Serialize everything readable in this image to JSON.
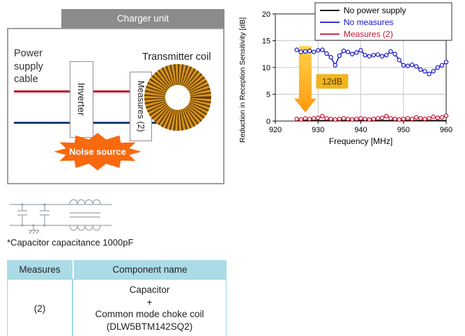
{
  "diagram": {
    "title": "Charger unit",
    "power_supply_cable_label": "Power supply cable",
    "inverter_label": "Inverter",
    "measures_label": "Measures (2)",
    "transmitter_coil_label": "Transmitter coil",
    "noise_source_label": "Noise source"
  },
  "schematic_note": "*Capacitor capacitance 1000pF",
  "table": {
    "headers": [
      "Measures",
      "Component name"
    ],
    "rows": [
      {
        "measures": "(2)",
        "component_lines": [
          "Capacitor",
          "+",
          "Common mode choke coil",
          "(DLW5BTM142SQ2)"
        ]
      }
    ]
  },
  "colors": {
    "title_bar_gray": "#8b8b8b",
    "table_header_teal": "#aadbe6",
    "noise_burst": "#f9690e",
    "wire_top_red": "#c00822",
    "wire_bottom_blue": "#16407c",
    "coil_gold": "#d8921c"
  },
  "chart_data": {
    "type": "line",
    "title": "",
    "xlabel": "Frequency [MHz]",
    "ylabel": "Reduction in Reception Sensitivity [dB]",
    "xlim": [
      920,
      960
    ],
    "ylim": [
      0,
      20
    ],
    "xticks": [
      920,
      930,
      940,
      950,
      960
    ],
    "yticks": [
      0,
      5,
      10,
      15,
      20
    ],
    "grid": true,
    "legend_position": "top-right",
    "series": [
      {
        "name": "No power supply",
        "color": "#000000",
        "markers": false,
        "x": [
          925,
          960
        ],
        "y": [
          0.1,
          0.1
        ]
      },
      {
        "name": "No measures",
        "color": "#1414c8",
        "markers": true,
        "x": [
          925,
          926,
          927,
          928,
          929,
          930,
          931,
          932,
          933,
          934,
          935,
          936,
          937,
          938,
          939,
          940,
          941,
          942,
          943,
          944,
          945,
          946,
          947,
          948,
          949,
          950,
          951,
          952,
          953,
          954,
          955,
          956,
          957,
          958,
          959,
          960
        ],
        "y": [
          13.3,
          12.9,
          13.0,
          13.1,
          12.9,
          13.2,
          13.3,
          12.6,
          11.9,
          10.4,
          12.2,
          13.1,
          12.9,
          12.5,
          12.8,
          13.2,
          12.3,
          12.1,
          12.3,
          12.4,
          12.1,
          12.3,
          13.0,
          12.5,
          11.4,
          10.4,
          10.3,
          10.5,
          10.2,
          9.6,
          9.3,
          8.8,
          9.3,
          10.0,
          10.4,
          11.0
        ]
      },
      {
        "name": "Measures (2)",
        "color": "#c81432",
        "markers": true,
        "x": [
          925,
          926,
          927,
          928,
          929,
          930,
          931,
          932,
          933,
          934,
          935,
          936,
          937,
          938,
          939,
          940,
          941,
          942,
          943,
          944,
          945,
          946,
          947,
          948,
          949,
          950,
          951,
          952,
          953,
          954,
          955,
          956,
          957,
          958,
          959,
          960
        ],
        "y": [
          0.4,
          0.3,
          0.5,
          0.4,
          0.5,
          0.6,
          0.9,
          0.5,
          0.4,
          0.3,
          0.4,
          0.5,
          0.4,
          0.3,
          0.4,
          0.5,
          0.4,
          0.3,
          0.4,
          0.5,
          0.6,
          0.9,
          0.5,
          0.4,
          0.3,
          0.4,
          0.5,
          0.4,
          0.7,
          0.5,
          0.4,
          0.5,
          0.8,
          0.6,
          0.7,
          1.0
        ]
      }
    ],
    "annotation": {
      "label": "12dB",
      "arrow_x_mhz": 927,
      "arrow_from_db": 14,
      "arrow_to_db": 1.6,
      "label_center_mhz": 933.3,
      "label_center_db": 7.4,
      "arrow_colors": [
        "#ffd24a",
        "#ff9a10"
      ],
      "label_bg": "#f0b41e"
    }
  }
}
